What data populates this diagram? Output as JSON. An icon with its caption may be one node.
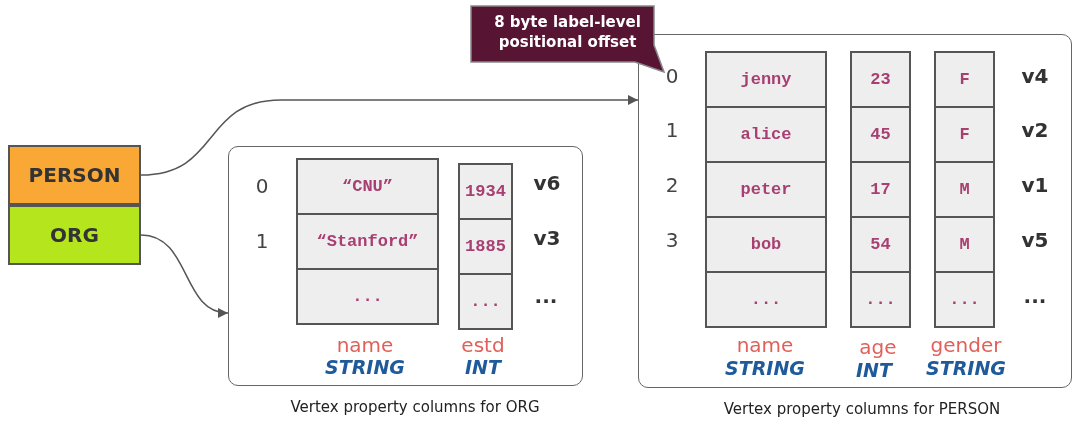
{
  "diagram": {
    "nodes": [
      {
        "text": [
          "PERSON"
        ]
      },
      {
        "text": [
          "ORG"
        ]
      },
      {
        "text": [
          "8 byte label-level positional offset"
        ]
      },
      {
        "text": [],
        "shape": "box",
        "beside": [
          "Vertex property columns for ORG"
        ]
      },
      {
        "text": [
          "“CNU”"
        ],
        "in": 3
      },
      {
        "text": [
          "“Stanford”"
        ],
        "in": 3
      },
      {
        "text": [
          "..."
        ],
        "in": 3
      },
      {
        "text": [
          "1934"
        ],
        "in": 3
      },
      {
        "text": [
          "1885"
        ],
        "in": 3
      },
      {
        "text": [
          "..."
        ],
        "in": 3
      },
      {
        "text": [],
        "shape": "box",
        "beside": [
          "Vertex property columns for PERSON"
        ]
      },
      {
        "text": [
          "jenny"
        ],
        "in": 10
      },
      {
        "text": [
          "alice"
        ],
        "in": 10
      },
      {
        "text": [
          "peter"
        ],
        "in": 10
      },
      {
        "text": [
          "bob"
        ],
        "in": 10
      },
      {
        "text": [
          "..."
        ],
        "in": 10
      },
      {
        "text": [
          "23"
        ],
        "in": 10
      },
      {
        "text": [
          "45"
        ],
        "in": 10
      },
      {
        "text": [
          "17"
        ],
        "in": 10
      },
      {
        "text": [
          "54"
        ],
        "in": 10
      },
      {
        "text": [
          "..."
        ],
        "in": 10
      },
      {
        "text": [
          "F"
        ],
        "in": 10
      },
      {
        "text": [
          "F"
        ],
        "in": 10
      },
      {
        "text": [
          "M"
        ],
        "in": 10
      },
      {
        "text": [
          "M"
        ],
        "in": 10
      },
      {
        "text": [
          "..."
        ],
        "in": 10
      }
    ],
    "edges": [
      {
        "from": 0,
        "to": 10,
        "arrow": "to"
      },
      {
        "from": 1,
        "to": 3,
        "arrow": "to"
      }
    ],
    "labels": [
      "0",
      "v4",
      "1",
      "v2",
      "2",
      "v1",
      "3",
      "v5",
      "...",
      "0",
      "v6",
      "1",
      "v3",
      "...",
      "name",
      "estd",
      "STRING",
      "INT",
      "name",
      "age",
      "gender",
      "STRING",
      "INT",
      "STRING"
    ]
  }
}
